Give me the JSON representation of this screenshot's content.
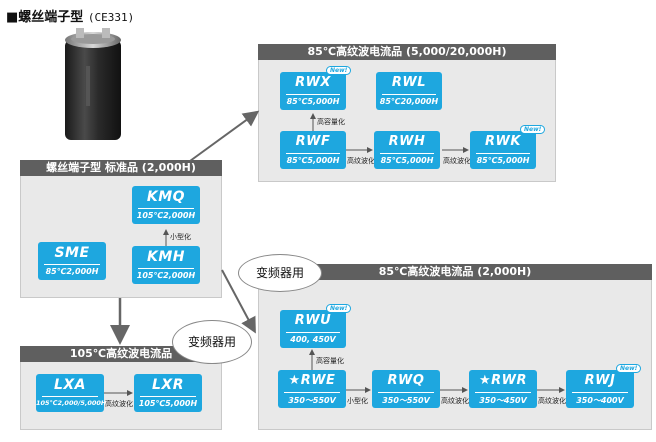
{
  "page": {
    "title": "■螺丝端子型",
    "title_code": "(CE331)"
  },
  "panels": {
    "standard": {
      "header": "螺丝端子型 标准品 (2,000H)"
    },
    "rip85_long": {
      "header": "85℃高纹波电流品 (5,000/20,000H)"
    },
    "rip85_2000": {
      "header": "85℃高纹波电流品 (2,000H)"
    },
    "rip105": {
      "header": "105℃高纹波电流品"
    }
  },
  "series": {
    "SME": {
      "name": "SME",
      "spec": "85℃2,000H"
    },
    "KMQ": {
      "name": "KMQ",
      "spec": "105℃2,000H"
    },
    "KMH": {
      "name": "KMH",
      "spec": "105℃2,000H"
    },
    "RWX": {
      "name": "RWX",
      "spec": "85℃5,000H",
      "badge": "New!"
    },
    "RWL": {
      "name": "RWL",
      "spec": "85℃20,000H"
    },
    "RWF": {
      "name": "RWF",
      "spec": "85℃5,000H"
    },
    "RWH": {
      "name": "RWH",
      "spec": "85℃5,000H"
    },
    "RWK": {
      "name": "RWK",
      "spec": "85℃5,000H",
      "badge": "New!"
    },
    "RWU": {
      "name": "RWU",
      "spec": "400, 450V",
      "badge": "New!"
    },
    "RWE": {
      "name": "★RWE",
      "spec": "350～550V"
    },
    "RWQ": {
      "name": "RWQ",
      "spec": "350～550V"
    },
    "RWR": {
      "name": "★RWR",
      "spec": "350～450V"
    },
    "RWJ": {
      "name": "RWJ",
      "spec": "350～400V",
      "badge": "New!"
    },
    "LXA": {
      "name": "LXA",
      "spec": "105℃2,000/5,000H"
    },
    "LXR": {
      "name": "LXR",
      "spec": "105℃5,000H"
    }
  },
  "labels": {
    "downsizing": "小型化",
    "high_capacity": "高容量化",
    "high_ripple": "高纹波化",
    "inverter": "变频器用"
  },
  "colors": {
    "box": "#1ea7df",
    "panel_bg": "#e9e9e9",
    "panel_header": "#5f5f5f",
    "arrow": "#666666"
  }
}
